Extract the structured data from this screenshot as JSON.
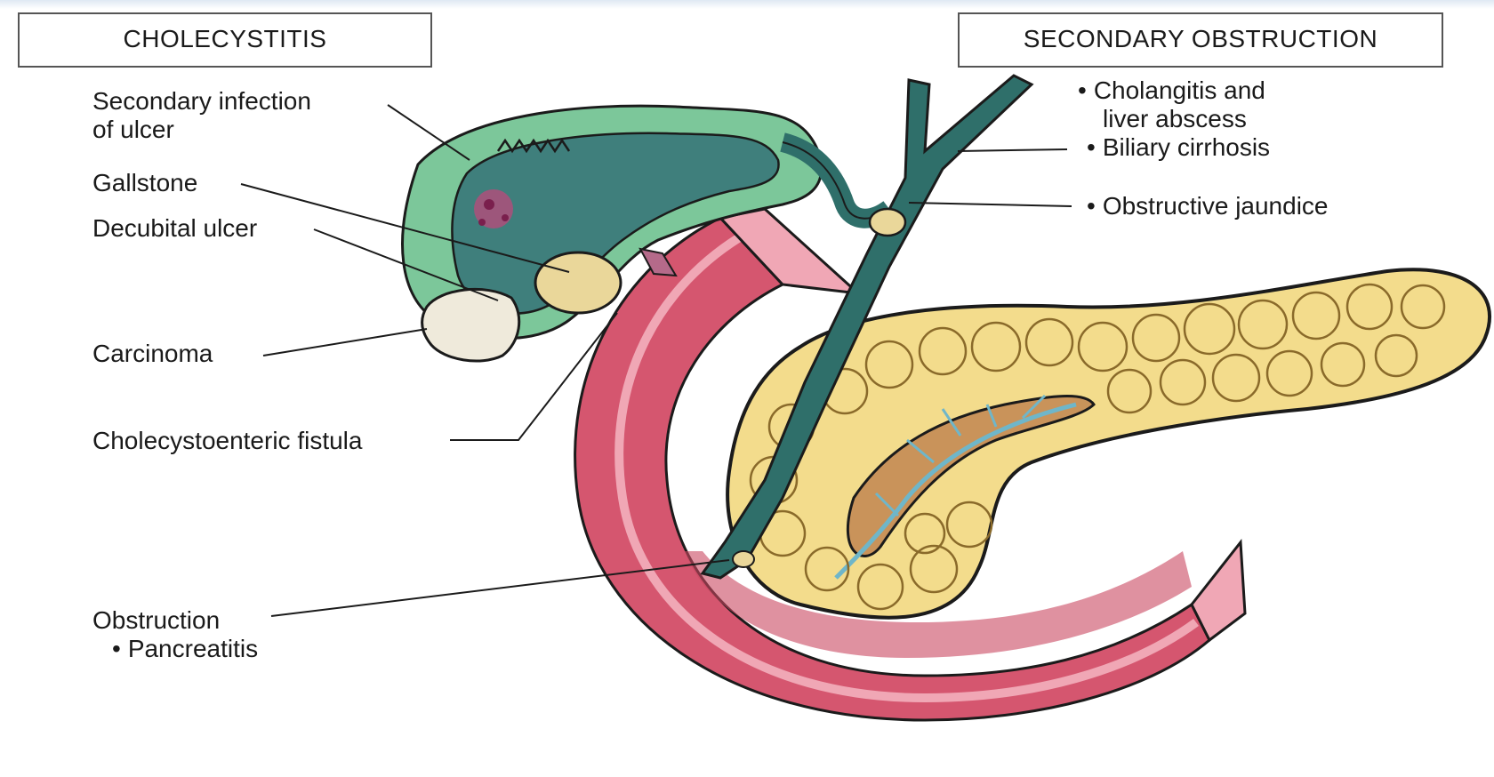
{
  "headers": {
    "left": "CHOLECYSTITIS",
    "right": "SECONDARY OBSTRUCTION"
  },
  "left_labels": {
    "secondary_infection_line1": "Secondary infection",
    "secondary_infection_line2": "of ulcer",
    "gallstone": "Gallstone",
    "decubital_ulcer": "Decubital ulcer",
    "carcinoma": "Carcinoma",
    "fistula": "Cholecystoenteric fistula",
    "obstruction": "Obstruction",
    "pancreatitis": "Pancreatitis"
  },
  "right_labels": {
    "cholangitis_line1": "Cholangitis and",
    "cholangitis_line2": "liver abscess",
    "biliary_cirrhosis": "Biliary cirrhosis",
    "obstructive_jaundice": "Obstructive jaundice"
  },
  "colors": {
    "duct_fill": "#2f6f6a",
    "gallbladder_wall": "#7cc79a",
    "gallbladder_lumen": "#3f7f7c",
    "duodenum": "#d5566f",
    "duodenum_light": "#f0a7b5",
    "pancreas": "#f3dc8c",
    "pancreas_shadow": "#d6a95a",
    "stone": "#ead79a"
  }
}
